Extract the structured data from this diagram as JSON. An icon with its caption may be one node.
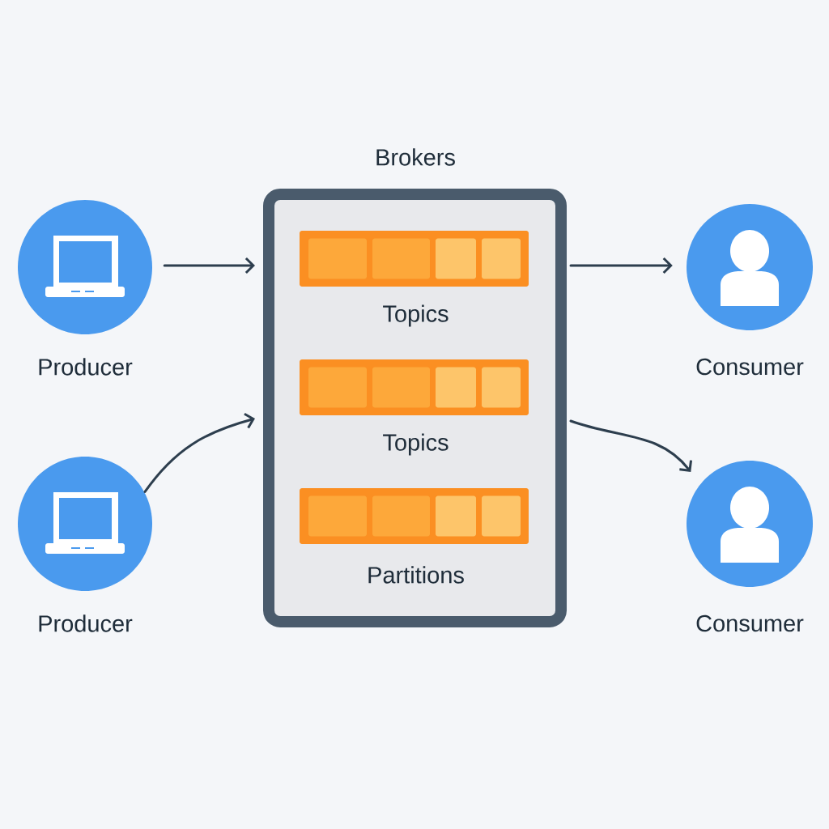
{
  "diagram": {
    "nodes": [
      {
        "text": [
          "Producer"
        ]
      },
      {
        "text": [
          "Producer"
        ]
      },
      {
        "text": [
          "Brokers"
        ]
      },
      {
        "text": [
          "Topics"
        ],
        "in": 2
      },
      {
        "text": [
          "Topics"
        ],
        "in": 2
      },
      {
        "text": [
          "Partitions"
        ],
        "in": 2
      },
      {
        "text": [
          "Consumer"
        ]
      },
      {
        "text": [
          "Consumer"
        ]
      }
    ],
    "edges": [
      {
        "from": 0,
        "to": 2,
        "arrow": "to"
      },
      {
        "from": 1,
        "to": 2,
        "arrow": "to"
      },
      {
        "from": 2,
        "to": 6,
        "arrow": "to"
      },
      {
        "from": 2,
        "to": 7,
        "arrow": "to"
      }
    ]
  }
}
